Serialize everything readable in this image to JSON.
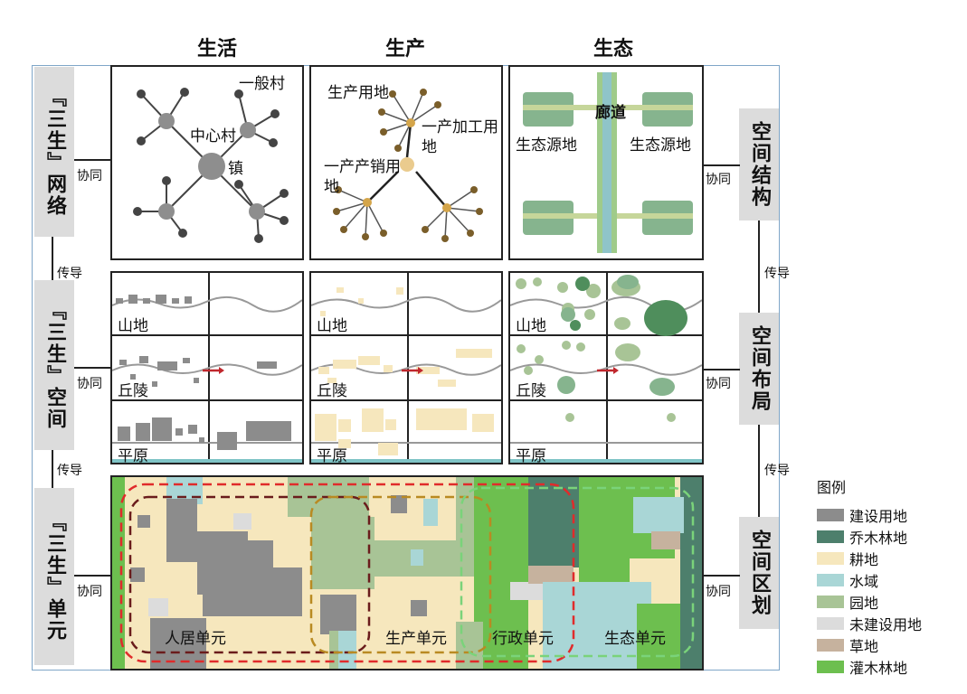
{
  "columns": {
    "life": "生活",
    "production": "生产",
    "ecology": "生态"
  },
  "left_labels": {
    "network": "『三生』网络",
    "space": "『三生』空间",
    "unit": "『三生』单元"
  },
  "right_labels": {
    "structure": "空间结构",
    "layout": "空间布局",
    "zoning": "空间区划"
  },
  "connectors": {
    "synergy": "协同",
    "transmit": "传导"
  },
  "network": {
    "life": {
      "general_village": "一般村",
      "central_village": "中心村",
      "town": "镇"
    },
    "production": {
      "land": "生产用地",
      "processing": "一产加工用地",
      "marketing": "一产产销用地"
    },
    "ecology": {
      "corridor": "廊道",
      "source_left": "生态源地",
      "source_right": "生态源地"
    }
  },
  "terrain": {
    "mountain": "山地",
    "hill": "丘陵",
    "plain": "平原"
  },
  "units": {
    "residence": "人居单元",
    "production": "生产单元",
    "administrative": "行政单元",
    "ecology": "生态单元"
  },
  "legend": {
    "title": "图例",
    "items": [
      {
        "label": "建设用地",
        "color": "#8c8c8c"
      },
      {
        "label": "乔木林地",
        "color": "#4d7f6c"
      },
      {
        "label": "耕地",
        "color": "#f6e7bd"
      },
      {
        "label": "水域",
        "color": "#a9d6d6"
      },
      {
        "label": "园地",
        "color": "#a8c496"
      },
      {
        "label": "未建设用地",
        "color": "#dcdcdc"
      },
      {
        "label": "草地",
        "color": "#c6b29e"
      },
      {
        "label": "灌木林地",
        "color": "#6dbf4f"
      }
    ]
  }
}
